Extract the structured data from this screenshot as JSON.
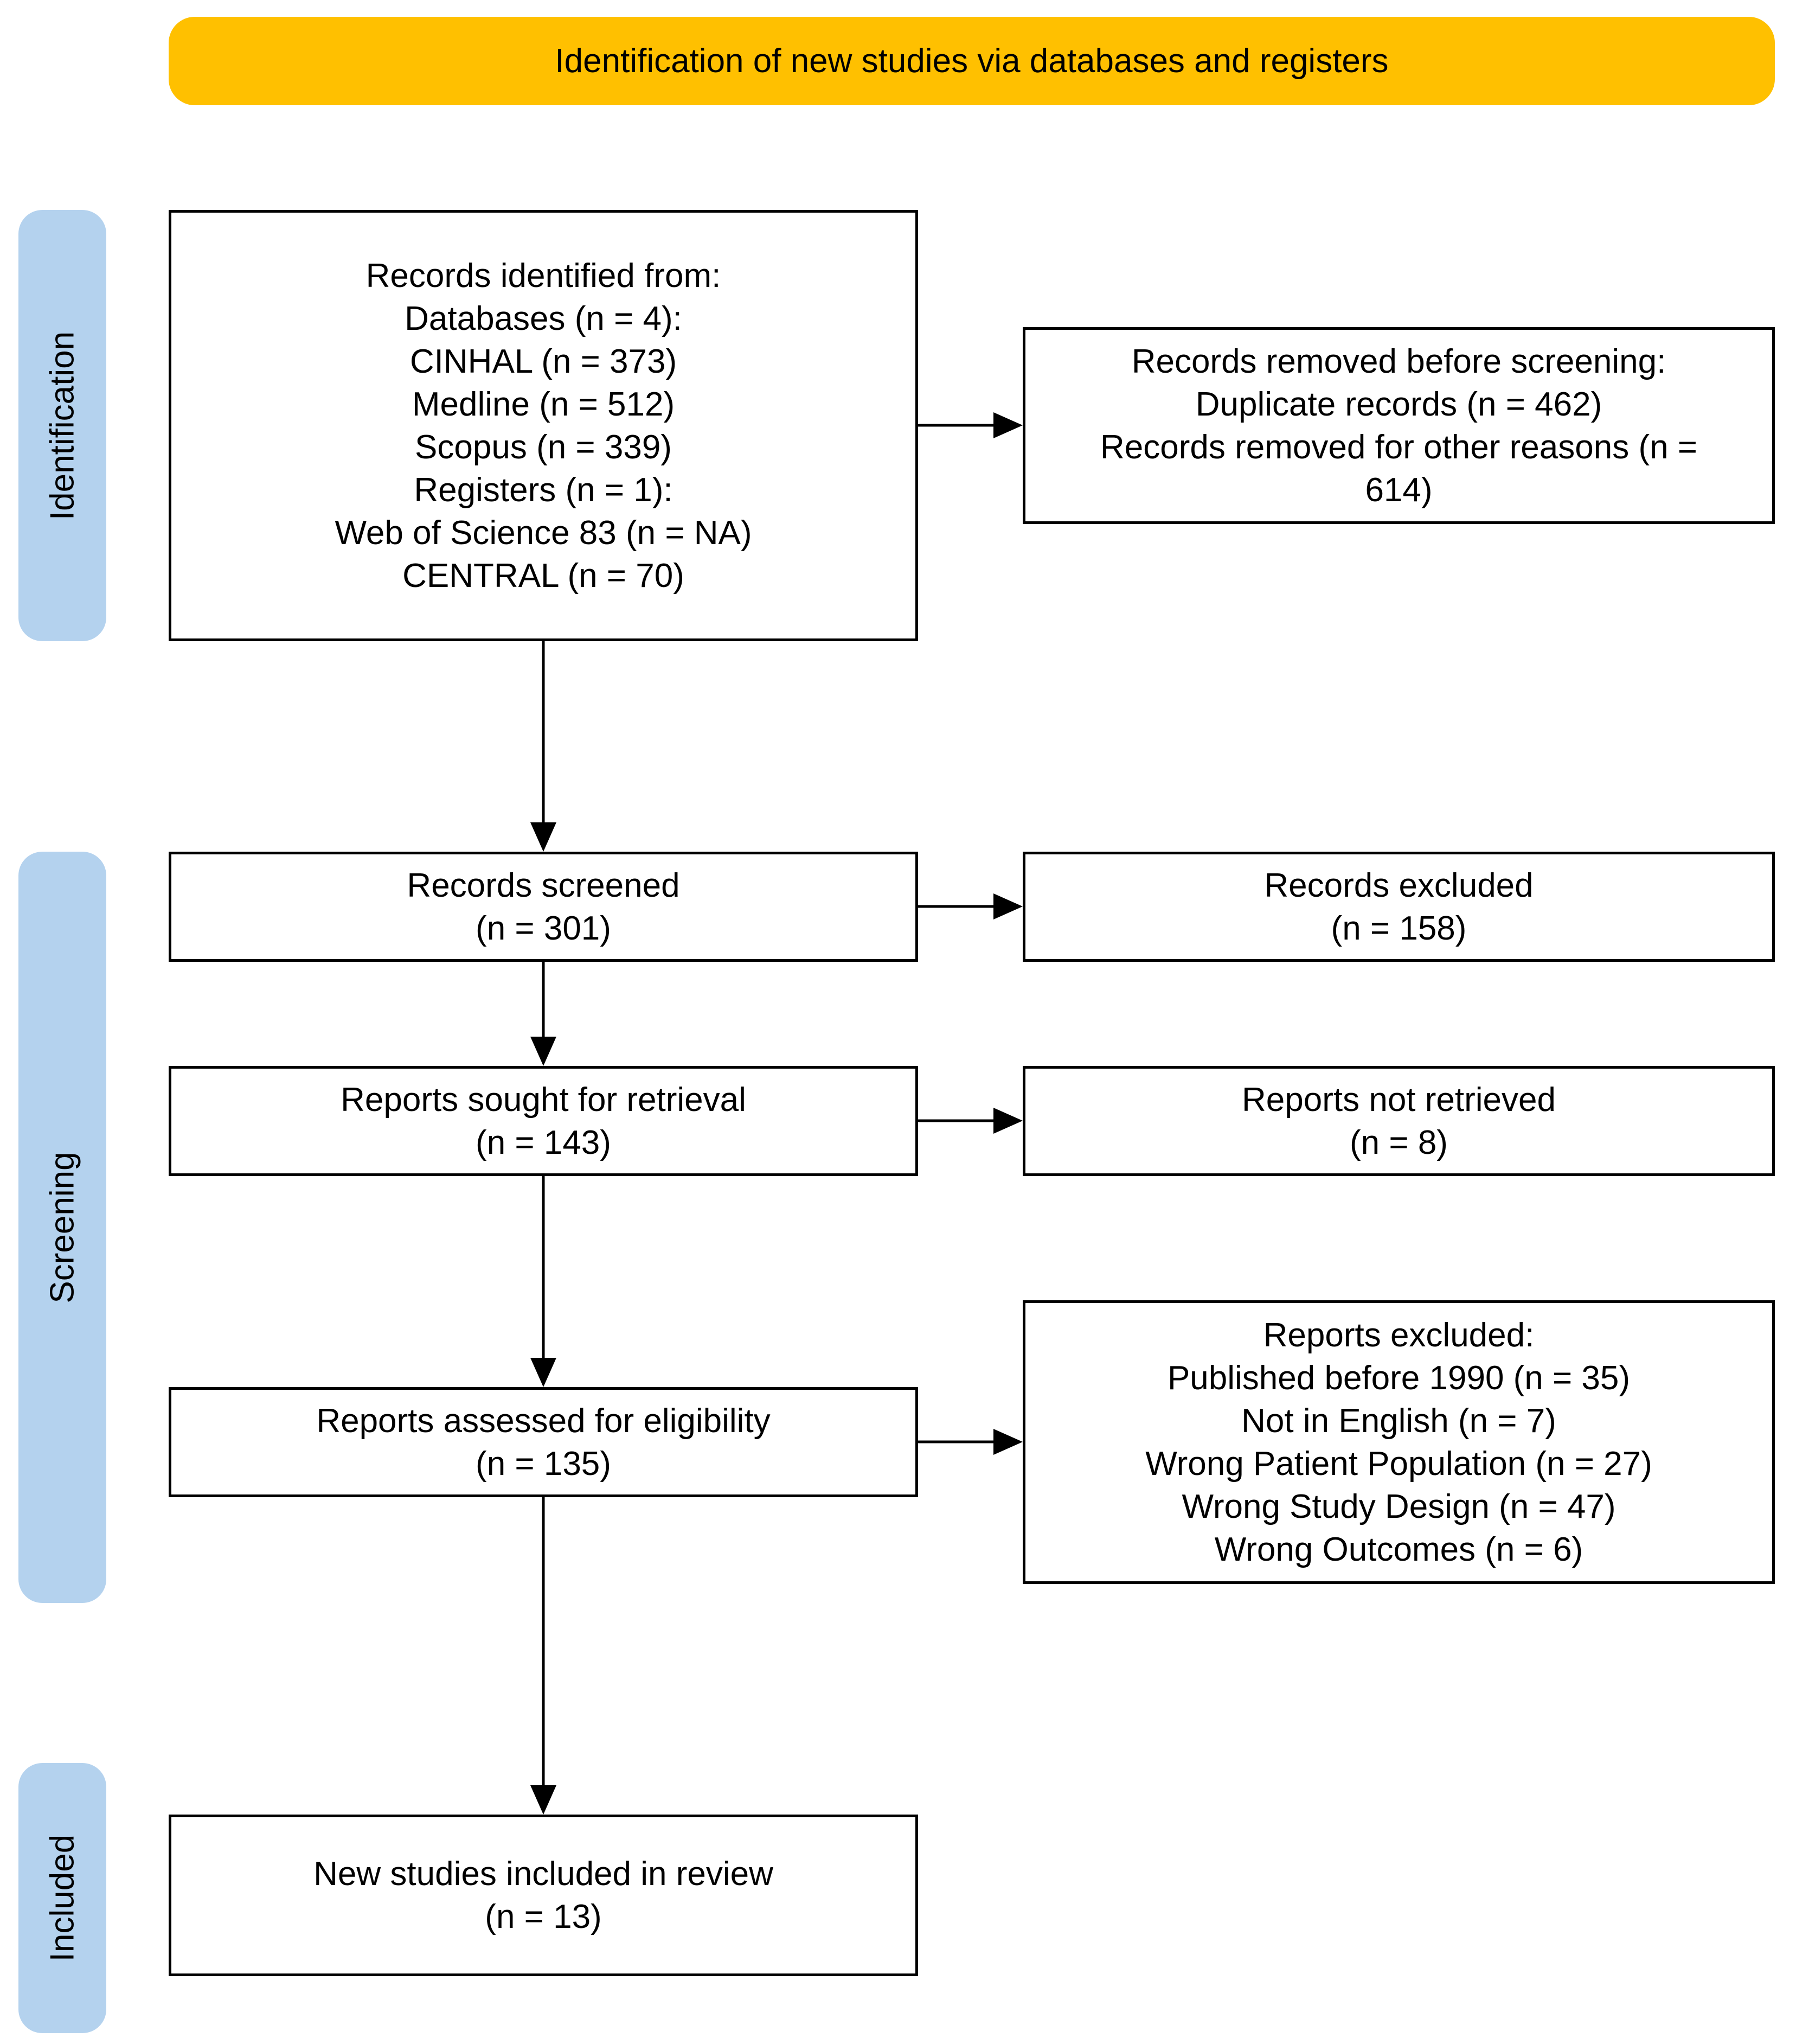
{
  "header": {
    "title": "Identification of new studies via databases and registers",
    "color": "#FFC000"
  },
  "phases": {
    "identification": "Identification",
    "screening": "Screening",
    "included": "Included",
    "color": "#B4D2EE"
  },
  "boxes": {
    "records_identified": [
      "Records identified from:",
      "Databases (n = 4):",
      "CINHAL (n = 373)",
      "Medline (n = 512)",
      "Scopus (n = 339)",
      "Registers (n = 1):",
      "Web of Science 83 (n = NA)",
      "CENTRAL (n = 70)"
    ],
    "records_removed": [
      "Records removed before screening:",
      "Duplicate records (n = 462)",
      "Records removed for other reasons (n =",
      "614)"
    ],
    "records_screened": [
      "Records screened",
      "(n = 301)"
    ],
    "records_excluded": [
      "Records excluded",
      "(n = 158)"
    ],
    "reports_sought": [
      "Reports sought for retrieval",
      "(n = 143)"
    ],
    "reports_not_retrieved": [
      "Reports not retrieved",
      "(n = 8)"
    ],
    "reports_assessed": [
      "Reports assessed for eligibility",
      "(n = 135)"
    ],
    "reports_excluded": [
      "Reports excluded:",
      "Published before 1990 (n = 35)",
      "Not in English (n = 7)",
      "Wrong Patient Population (n = 27)",
      "Wrong Study Design (n = 47)",
      "Wrong Outcomes (n = 6)"
    ],
    "studies_included": [
      "New studies included in review",
      "(n = 13)"
    ]
  }
}
